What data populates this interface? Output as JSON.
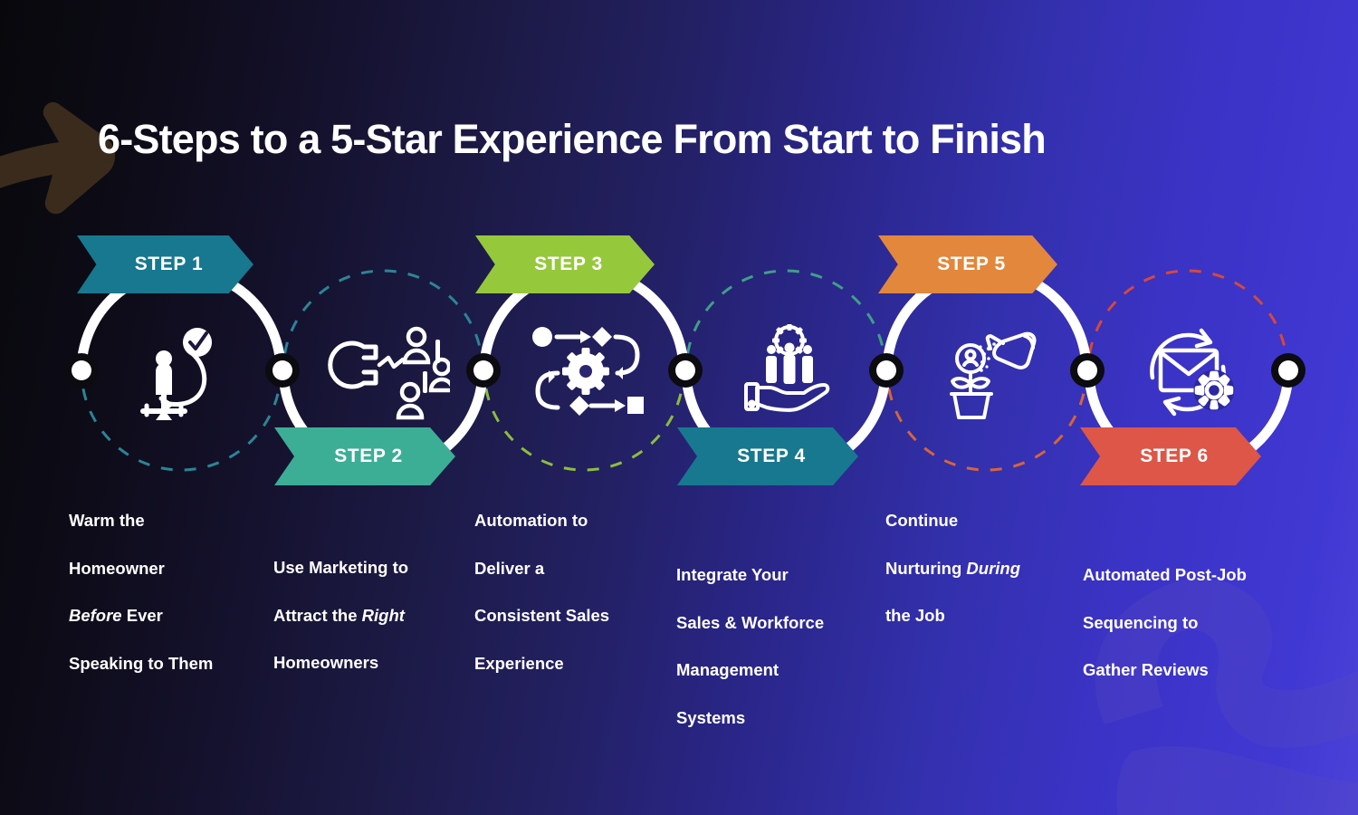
{
  "title": "6-Steps to a 5-Star Experience From Start to Finish",
  "background": {
    "gradient_from": "#08080c",
    "gradient_to": "#4a42d8",
    "decorations": [
      {
        "name": "arrow-shape",
        "color": "#3a2a1e"
      },
      {
        "name": "squiggle-shape",
        "color": "#5a4bbd"
      }
    ]
  },
  "flow": {
    "connector_color": "#ffffff",
    "node_ring_color": "#0d0d12",
    "node_fill_color": "#ffffff"
  },
  "steps": [
    {
      "label": "STEP 1",
      "color": "#17788f",
      "dash_color": "#2b8596",
      "banner_position": "top",
      "icon": "person-with-checkmark-icon",
      "caption_lines": [
        "Warm the",
        "Homeowner",
        "Before Ever",
        "Speaking to Them"
      ],
      "caption_plain": "Warm the Homeowner Before Ever Speaking to Them",
      "caption_emphasis": "Before"
    },
    {
      "label": "STEP 2",
      "color": "#3cae96",
      "dash_color": "#2b8596",
      "banner_position": "bottom",
      "icon": "magnet-attracting-people-icon",
      "caption_lines": [
        "Use Marketing to",
        "Attract the Right",
        "Homeowners"
      ],
      "caption_plain": "Use Marketing to Attract the Right Homeowners",
      "caption_emphasis": "Right"
    },
    {
      "label": "STEP 3",
      "color": "#96c83c",
      "dash_color": "#8cbe3c",
      "banner_position": "top",
      "icon": "automation-workflow-gear-icon",
      "caption_lines": [
        "Automation to",
        "Deliver a",
        "Consistent Sales",
        "Experience"
      ],
      "caption_plain": "Automation to Deliver a Consistent Sales Experience",
      "caption_emphasis": ""
    },
    {
      "label": "STEP 4",
      "color": "#17788f",
      "dash_color": "#3f9f88",
      "banner_position": "bottom",
      "icon": "hand-holding-people-gear-icon",
      "caption_lines": [
        "Integrate Your",
        "Sales & Workforce",
        "Management",
        "Systems"
      ],
      "caption_plain": "Integrate Your Sales & Workforce Management Systems",
      "caption_emphasis": ""
    },
    {
      "label": "STEP 5",
      "color": "#e2873c",
      "dash_color": "#d8643a",
      "banner_position": "top",
      "icon": "growing-plant-watering-can-icon",
      "caption_lines": [
        "Continue",
        "Nurturing During",
        "the Job"
      ],
      "caption_plain": "Continue Nurturing During the Job",
      "caption_emphasis": "During"
    },
    {
      "label": "STEP 6",
      "color": "#dd5648",
      "dash_color": "#d8483a",
      "banner_position": "bottom",
      "icon": "email-automation-gear-icon",
      "caption_lines": [
        "Automated Post-Job",
        "Sequencing to",
        "Gather Reviews"
      ],
      "caption_plain": "Automated Post-Job Sequencing to Gather Reviews",
      "caption_emphasis": ""
    }
  ]
}
